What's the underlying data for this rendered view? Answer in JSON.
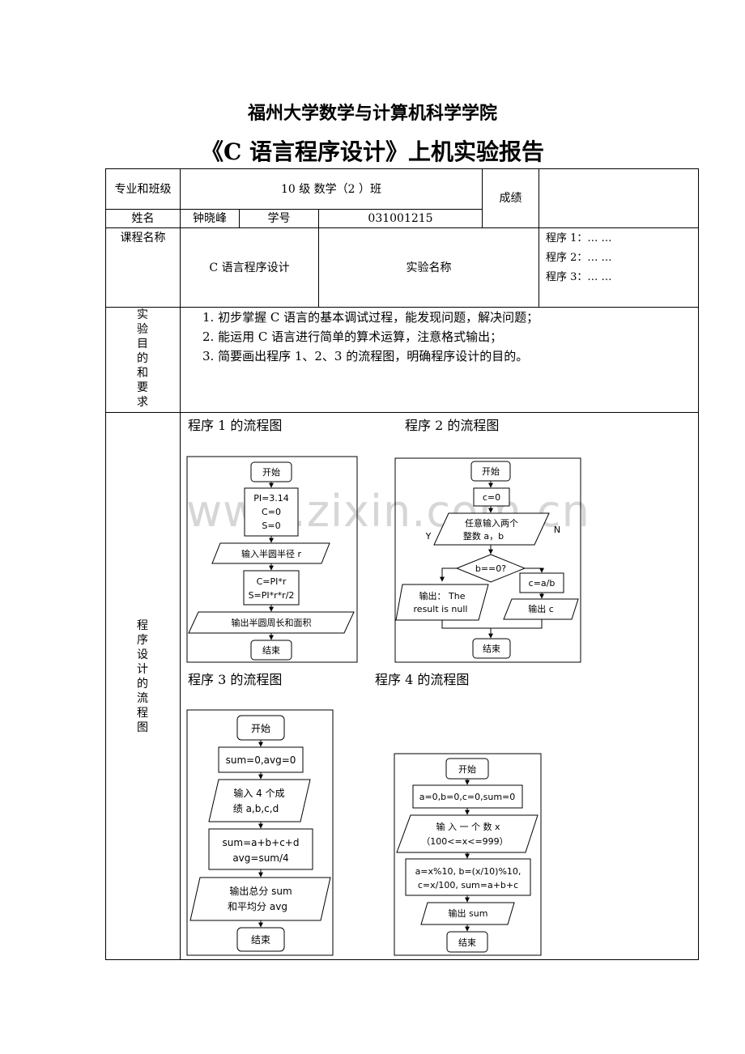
{
  "header": {
    "institution": "福州大学数学与计算机科学学院",
    "title": "《C 语言程序设计》上机实验报告"
  },
  "table": {
    "major_class_label": "专业和班级",
    "major_class_value": "10 级  数学（2 ）班",
    "grade_label": "成绩",
    "name_label": "姓名",
    "name_value": "钟晓峰",
    "student_id_label": "学号",
    "student_id_value": "031001215",
    "course_label": "课程名称",
    "course_value": "C 语言程序设计",
    "experiment_label": "实验名称",
    "programs": [
      "程序 1：… …",
      "程序 2：… …",
      "程序 3：… …"
    ],
    "purpose_label": [
      "实",
      "验",
      "目",
      "的",
      "和",
      "要",
      "求"
    ],
    "purpose_items": [
      "1.    初步掌握 C 语言的基本调试过程，能发现问题，解决问题；",
      "2.    能运用 C 语言进行简单的算术运算，注意格式输出；",
      "3.    简要画出程序 1、2、3 的流程图，明确程序设计的目的。"
    ],
    "flowchart_label": [
      "程",
      "序",
      "设",
      "计",
      "的",
      "流",
      "程",
      "图"
    ]
  },
  "flowcharts": {
    "p1": {
      "caption": "程序 1 的流程图",
      "start": "开始",
      "init": [
        "PI=3.14",
        "C=0",
        "S=0"
      ],
      "input": "输入半圆半径 r",
      "calc": [
        "C=PI*r",
        "S=PI*r*r/2"
      ],
      "output": "输出半圆周长和面积",
      "end": "结束"
    },
    "p2": {
      "caption": "程序 2 的流程图",
      "start": "开始",
      "init": "c=0",
      "input": [
        "任意输入两个",
        "整数 a，b"
      ],
      "yes": "Y",
      "no": "N",
      "cond": "b==0?",
      "out_null": [
        "输出：  The",
        "result is null"
      ],
      "calc": "c=a/b",
      "out_c": "输出 c",
      "end": "结束"
    },
    "p3": {
      "caption": "程序 3 的流程图",
      "start": "开始",
      "init": "sum=0,avg=0",
      "input": [
        "输入 4 个成",
        "绩 a,b,c,d"
      ],
      "calc": [
        "sum=a+b+c+d",
        "avg=sum/4"
      ],
      "output": [
        "输出总分 sum",
        "和平均分 avg"
      ],
      "end": "结束"
    },
    "p4": {
      "caption": "程序 4 的流程图",
      "start": "开始",
      "init": "a=0,b=0,c=0,sum=0",
      "input": [
        "输 入 一 个 数   x",
        "（100<=x<=999）"
      ],
      "calc": [
        "a=x%10,  b=(x/10)%10,",
        "c=x/100,  sum=a+b+c"
      ],
      "output": "输出 sum",
      "end": "结束"
    }
  },
  "watermark": "www.zixin.com.cn"
}
